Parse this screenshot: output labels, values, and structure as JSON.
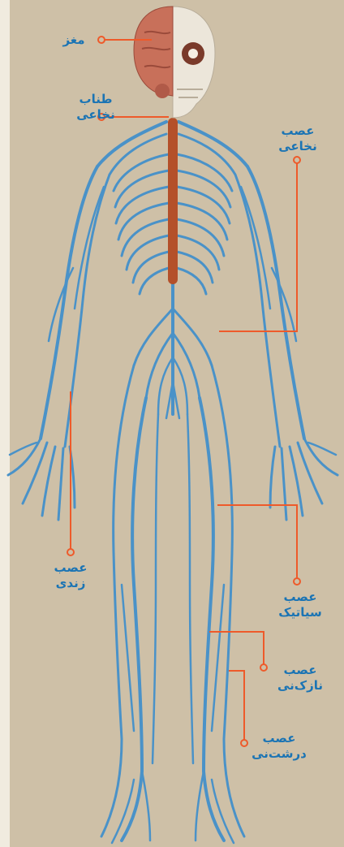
{
  "colors": {
    "background": "#cec0a7",
    "left_strip": "#f0ebdf",
    "nerve": "#4a92c8",
    "spinal_cord": "#b4502a",
    "brain": "#c8705a",
    "skull": "#ece6da",
    "leader_line": "#ee5a2a",
    "label_text": "#1b74b4"
  },
  "labels": {
    "brain": {
      "line1": "مغز"
    },
    "spinal_cord": {
      "line1": "طناب",
      "line2": "نخاعی"
    },
    "spinal_nerve": {
      "line1": "عصب",
      "line2": "نخاعی"
    },
    "ulnar_nerve": {
      "line1": "عصب",
      "line2": "زندی"
    },
    "sciatic_nerve": {
      "line1": "عصب",
      "line2": "سیاتیک"
    },
    "fibular_nerve": {
      "line1": "عصب",
      "line2": "نازک‌نی"
    },
    "tibial_nerve": {
      "line1": "عصب",
      "line2": "درشت‌نی"
    }
  }
}
